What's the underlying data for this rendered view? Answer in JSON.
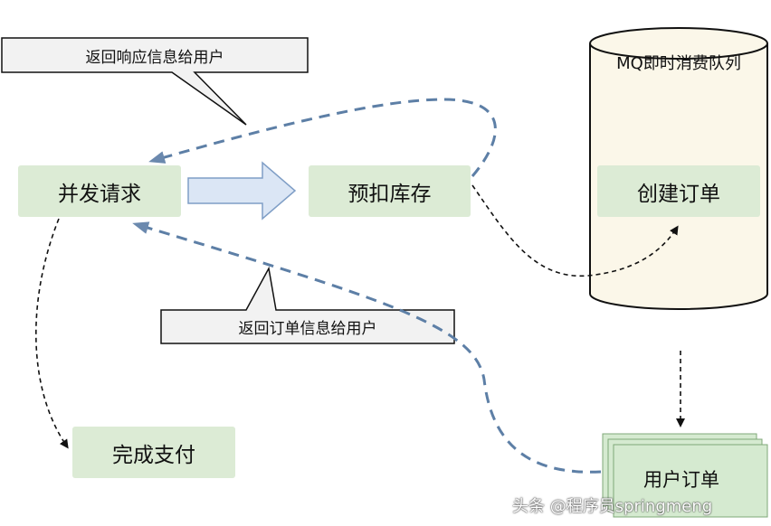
{
  "nodes": {
    "concurrent": "并发请求",
    "deduct": "预扣库存",
    "mq": "MQ即时消费队列",
    "create_order": "创建订单",
    "payment": "完成支付",
    "user_order": "用户订单"
  },
  "callouts": {
    "return_response": "返回响应信息给用户",
    "return_order": "返回订单信息给用户"
  },
  "watermark": "头条 @程序员springmeng",
  "colors": {
    "node_fill": "#dcebd5",
    "arrow_fill": "#dbe6f5",
    "arrow_stroke": "#7f9ec6",
    "dashed_blue": "#5d7fa6"
  }
}
